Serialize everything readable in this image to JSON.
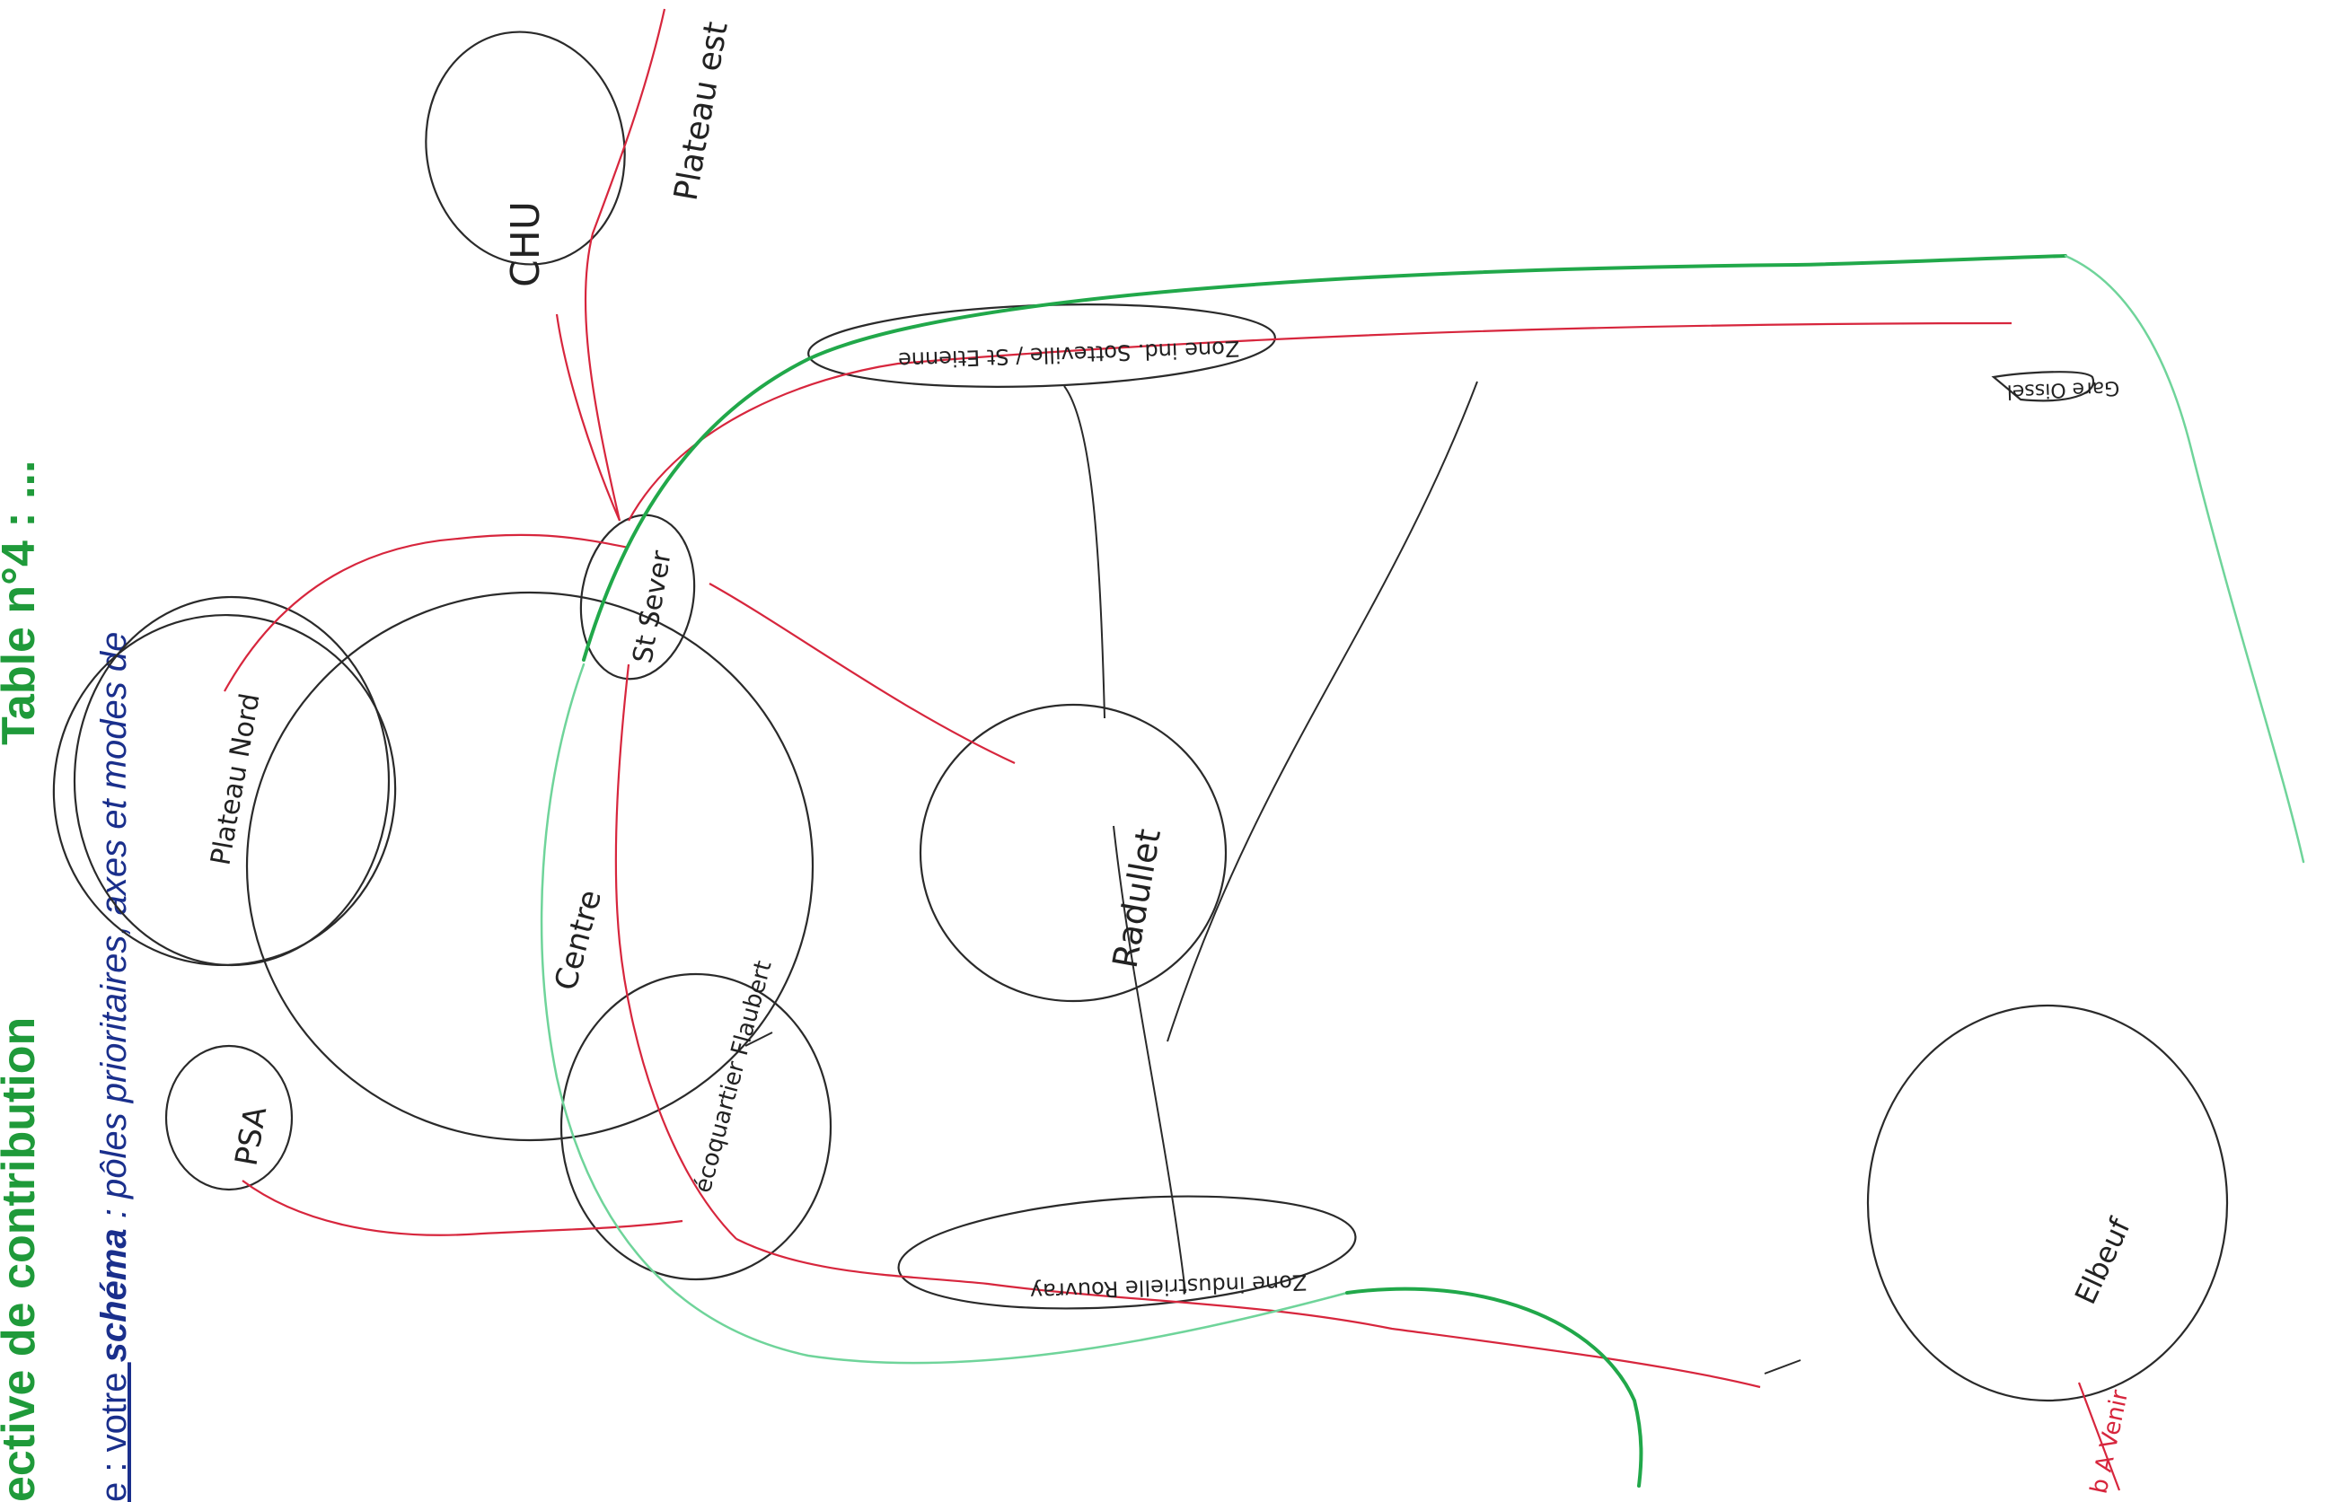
{
  "header": {
    "title_visible": "ective de contribution",
    "title_tail": "Table n°4 : ...",
    "instruction_prefix": "e : votre ",
    "instruction_bold": "schéma",
    "instruction_rest": " : pôles prioritaires, axes et modes de"
  },
  "nodes": {
    "chu": "CHU",
    "plateau_est": "Plateau est",
    "plateau_nord": "Plateau Nord",
    "st_sever": "St Sever",
    "zone_sotteville": "Zone ind. Sotteville / St Etienne",
    "gare_oissel": "Gare Oissel",
    "centre": "Centre",
    "radulelet": "Radullet",
    "psa": "PSA",
    "flaubert": "écoquartier Flaubert",
    "zone_industrielle": "Zone industrielle Rouvray",
    "elbeuf": "Elbeuf",
    "avenir": "b A Venir"
  },
  "colors": {
    "title_green": "#1f9a3a",
    "text_blue": "#1a2f8c",
    "pencil": "#2a2a2a",
    "red_line": "#d7263d",
    "green_line": "#21a84a",
    "light_green": "#6fd49a"
  }
}
